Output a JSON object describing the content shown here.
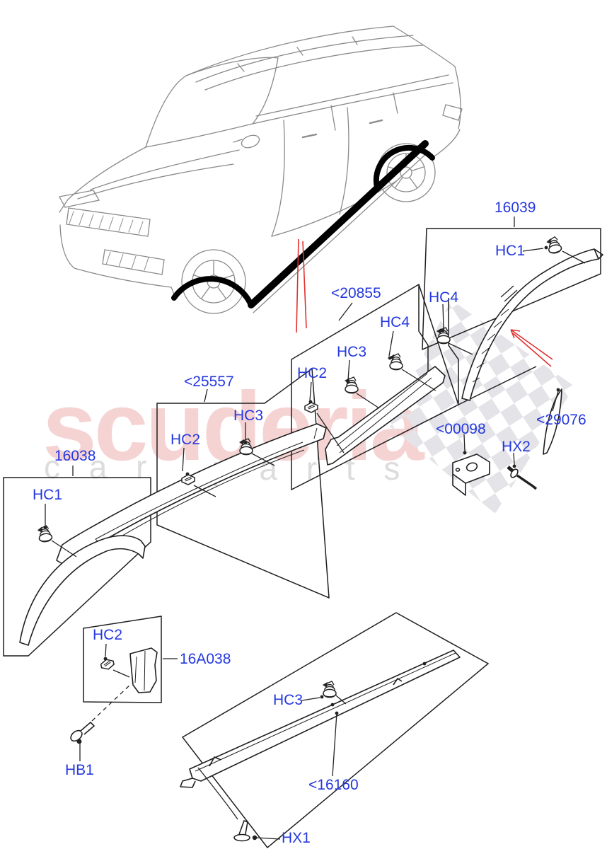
{
  "watermark": {
    "brand": "scuderia",
    "word_car": "c a r",
    "word_parts": "p a r t s"
  },
  "colors": {
    "label_blue": "#2438df",
    "arrow_red": "#e03030",
    "watermark_pink": "#f6d3d3",
    "watermark_gray": "#dcdcdc",
    "checker_gray": "#e3e3e8",
    "car_line_gray": "#8a8a8a",
    "diagram_line": "#1f1f1f",
    "highlight_black": "#000000"
  },
  "labels": {
    "p16039": "16039",
    "p20855": "<20855",
    "p25557": "<25557",
    "p16038": "16038",
    "p16a038": "16A038",
    "p16160": "<16160",
    "p00098": "<00098",
    "p29076": "<29076",
    "hc1_rear": "HC1",
    "hc4_rear": "HC4",
    "hc4_mid": "HC4",
    "hc3_mid": "HC3",
    "hc2_mid": "HC2",
    "hc3_front": "HC3",
    "hc2_front": "HC2",
    "hc1_front": "HC1",
    "hc2_flap": "HC2",
    "hb1": "HB1",
    "hc3_sill": "HC3",
    "hx1": "HX1",
    "hx2": "HX2"
  }
}
